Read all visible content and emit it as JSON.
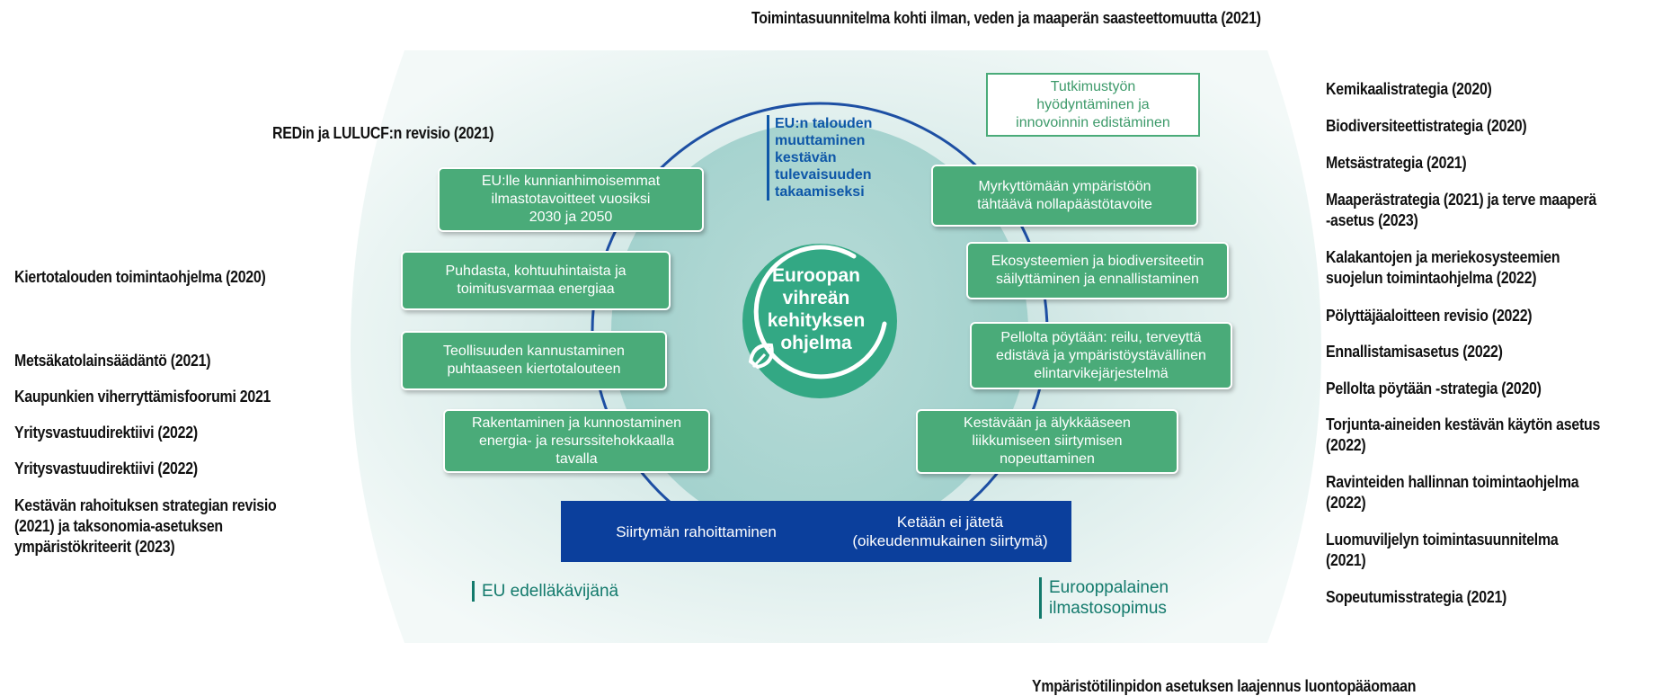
{
  "top_text": "Toimintasuunnitelma kohti ilman, veden ja maaperän saasteettomuutta (2021)",
  "bottom_text": "Ympäristötilinpidon asetuksen laajennus luontopääomaan",
  "left_items": [
    "REDin ja LULUCF:n revisio (2021)",
    "Kiertotalouden toimintaohjelma (2020)",
    "Metsäkatolainsäädäntö (2021)",
    "Kaupunkien viherryttämisfoorumi 2021",
    "Yritysvastuudirektiivi (2022)",
    "Yritysvastuudirektiivi (2022)",
    "Kestävän rahoituksen strategian revisio\n(2021) ja taksonomia-asetuksen\nympäristökriteerit (2023)"
  ],
  "right_items": [
    "Kemikaalistrategia (2020)",
    "Biodiversiteettistrategia (2020)",
    "Metsästrategia (2021)",
    "Maaperästrategia (2021) ja terve maaperä\n-asetus (2023)",
    "Kalakantojen ja meriekosysteemien\nsuojelun toimintaohjelma (2022)",
    "Pölyttäjäaloitteen revisio (2022)",
    "Ennallistamisasetus (2022)",
    "Pellolta pöytään -strategia (2020)",
    "Torjunta-aineiden kestävän käytön asetus\n(2022)",
    "Ravinteiden hallinnan toimintaohjelma\n(2022)",
    "Luomuviljelyn toimintasuunnitelma\n(2021)",
    "Sopeutumisstrategia (2021)"
  ],
  "diagram": {
    "center": "Euroopan\nvihreän\nkehityksen\nohjelma",
    "economy_text": "EU:n talouden\nmuuttaminen\nkestävän\ntulevaisuuden\ntakaamiseksi",
    "research_box": "Tutkimustyön\nhyödyntäminen ja\ninnovoinnin edistäminen",
    "left_boxes": [
      "EU:lle kunnianhimoisemmat\nilmastotavoitteet vuosiksi\n2030 ja 2050",
      "Puhdasta, kohtuuhintaista ja\ntoimitusvarmaa energiaa",
      "Teollisuuden kannustaminen\npuhtaaseen kiertotalouteen",
      "Rakentaminen ja kunnostaminen\nenergia- ja resurssitehokkaalla\ntavalla"
    ],
    "right_boxes": [
      "Myrkyttömään ympäristöön\ntähtäävä nollapäästötavoite",
      "Ekosysteemien ja biodiversiteetin\nsäilyttäminen ja ennallistaminen",
      "Pellolta pöytään: reilu, terveyttä\nedistävä ja ympäristöystävällinen\nelintarvikejärjestelmä",
      "Kestävään ja älykkääseen\nliikkumiseen siirtymisen\nnopeuttaminen"
    ],
    "blue_left": "Siirtymän rahoittaminen",
    "blue_right": "Ketään ei jätetä\n(oikeudenmukainen siirtymä)",
    "label_left": "EU edelläkävijänä",
    "label_right": "Eurooppalainen\nilmastosopimus",
    "colors": {
      "green_box": "#4aab79",
      "blue_box": "#0b3f9c",
      "ring": "#1d4fa3",
      "center_circle": "#33a884",
      "background": "#e9f3f1"
    }
  }
}
